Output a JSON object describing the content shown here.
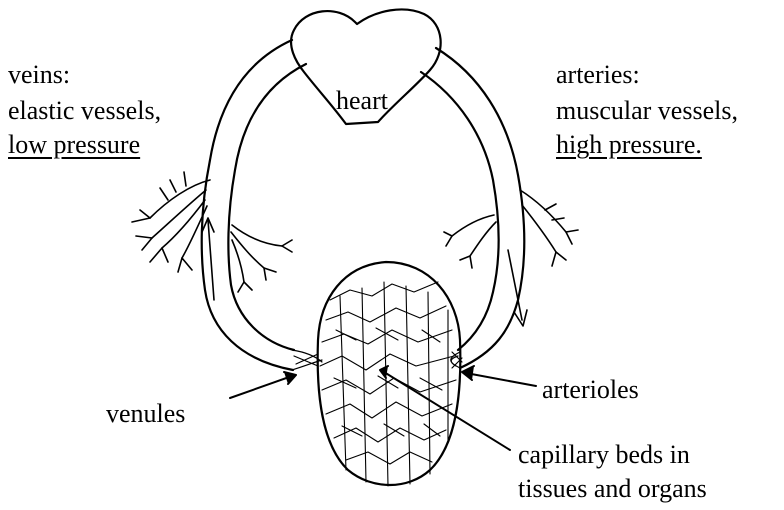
{
  "heart_label": "heart",
  "veins": {
    "title": "veins:",
    "line2": "elastic vessels,",
    "line3": "low pressure"
  },
  "arteries": {
    "title": "arteries:",
    "line2": "muscular vessels,",
    "line3": "high pressure."
  },
  "venules_label": "venules",
  "arterioles_label": "arterioles",
  "capillary": {
    "line1": "capillary beds in",
    "line2": "tissues and organs"
  },
  "colors": {
    "ink": "#000000",
    "background": "#ffffff"
  }
}
